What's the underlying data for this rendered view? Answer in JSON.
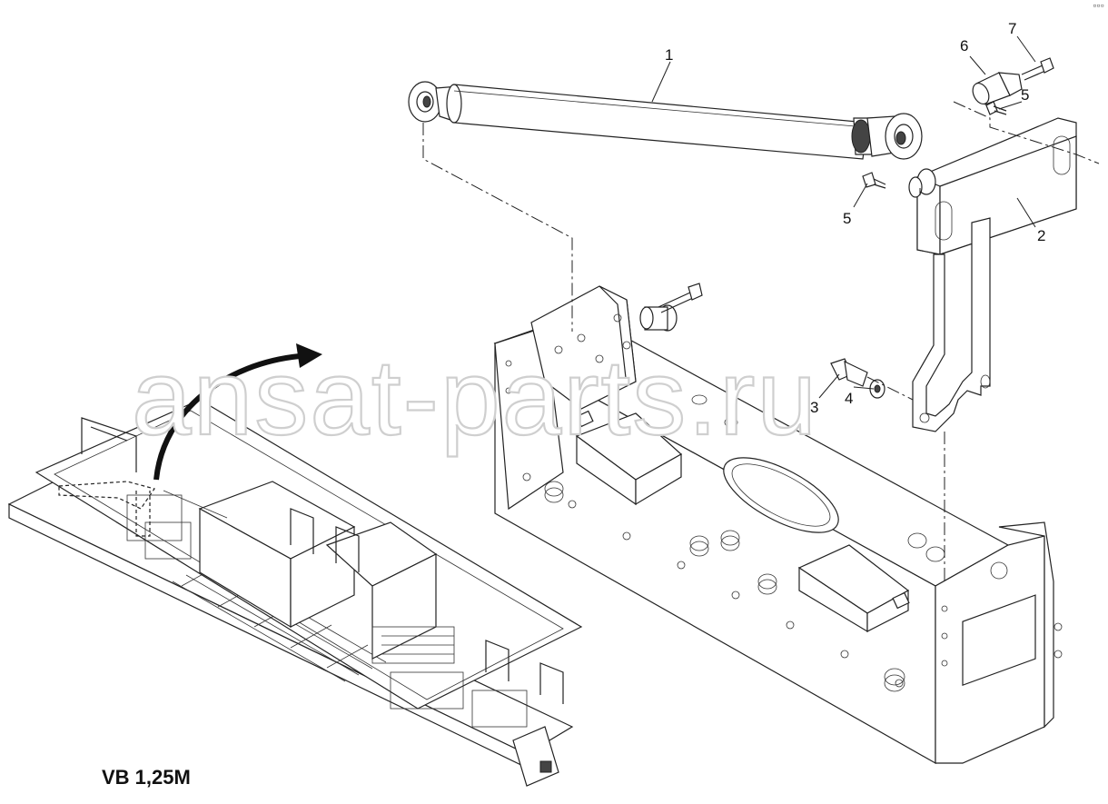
{
  "diagram": {
    "model_label": "VB 1,25M",
    "watermark": "ansat-parts.ru",
    "ref_code": "▫▫▫",
    "callouts": [
      {
        "id": "c1",
        "label": "1"
      },
      {
        "id": "c2",
        "label": "2"
      },
      {
        "id": "c3",
        "label": "3"
      },
      {
        "id": "c4",
        "label": "4"
      },
      {
        "id": "c5a",
        "label": "5"
      },
      {
        "id": "c5b",
        "label": "5"
      },
      {
        "id": "c6",
        "label": "6"
      },
      {
        "id": "c7",
        "label": "7"
      }
    ]
  }
}
